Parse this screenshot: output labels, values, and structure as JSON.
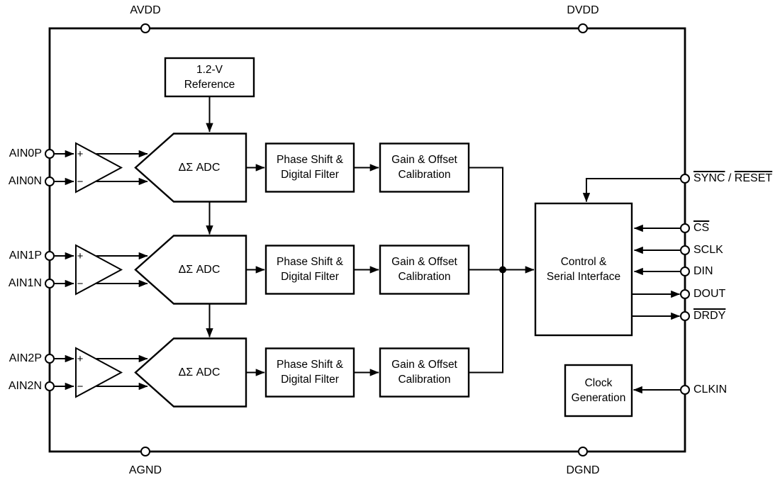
{
  "power_pins": {
    "avdd": "AVDD",
    "dvdd": "DVDD",
    "agnd": "AGND",
    "dgnd": "DGND"
  },
  "analog_input_pins": [
    {
      "p": "AIN0P",
      "n": "AIN0N"
    },
    {
      "p": "AIN1P",
      "n": "AIN1N"
    },
    {
      "p": "AIN2P",
      "n": "AIN2N"
    }
  ],
  "amplifier": {
    "plus": "+",
    "minus": "−"
  },
  "blocks": {
    "reference": {
      "line1": "1.2-V",
      "line2": "Reference"
    },
    "adc": {
      "label": "ΔΣ ADC"
    },
    "phase_filter": {
      "line1": "Phase Shift &",
      "line2": "Digital Filter"
    },
    "gain_offset": {
      "line1": "Gain & Offset",
      "line2": "Calibration"
    },
    "control_serial": {
      "line1": "Control &",
      "line2": "Serial Interface"
    },
    "clock_gen": {
      "line1": "Clock",
      "line2": "Generation"
    }
  },
  "digital_pins": {
    "sync": "SYNC",
    "sync_sep": " / ",
    "reset": "RESET",
    "cs": "CS",
    "sclk": "SCLK",
    "din": "DIN",
    "dout": "DOUT",
    "drdy": "DRDY",
    "clkin": "CLKIN"
  },
  "colors": {
    "stroke": "#000000",
    "background": "#ffffff"
  }
}
